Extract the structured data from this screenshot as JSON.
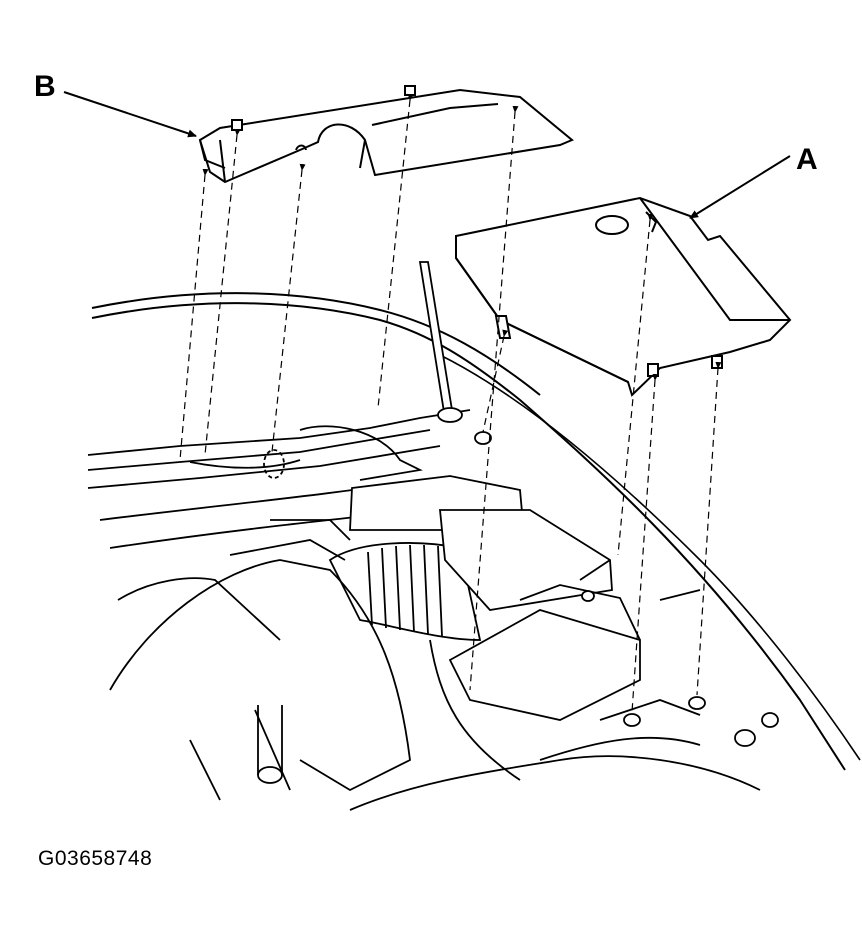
{
  "labels": {
    "part_a": "A",
    "part_b": "B"
  },
  "figure_id": "G03658748"
}
